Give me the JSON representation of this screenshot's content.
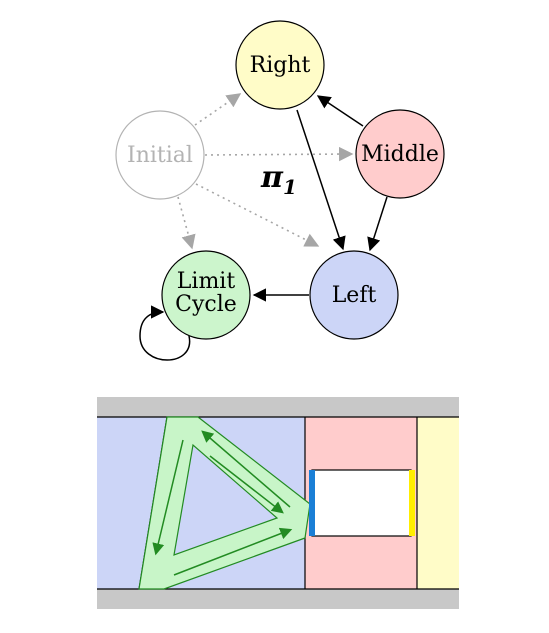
{
  "diagram": {
    "policy_symbol": "π",
    "policy_subscript": "1",
    "nodes": {
      "initial": {
        "label": "Initial",
        "color": "#ffffff",
        "stroke": "#b3b3b3"
      },
      "right": {
        "label": "Right",
        "color": "#fffcc8",
        "stroke": "#000000"
      },
      "middle": {
        "label": "Middle",
        "color": "#ffcccc",
        "stroke": "#000000"
      },
      "left": {
        "label": "Left",
        "color": "#ccd5f7",
        "stroke": "#000000"
      },
      "limit_cycle": {
        "label_line1": "Limit",
        "label_line2": "Cycle",
        "color": "#ccf5cc",
        "stroke": "#000000"
      }
    }
  },
  "environment": {
    "region_colors": {
      "left": "#ccd5f7",
      "middle": "#ffcccc",
      "right": "#fffcc8",
      "wall": "#c8c8c8",
      "trajectory_fill": "#c8f5c8",
      "trajectory_stroke": "#228b22",
      "left_marker": "#1a7fd6",
      "right_marker": "#ffee00"
    }
  }
}
